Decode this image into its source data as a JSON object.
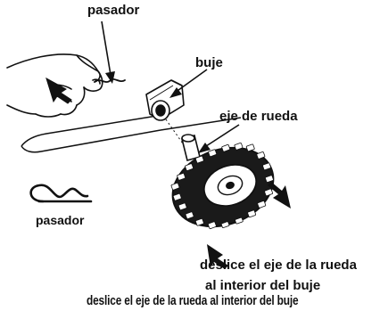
{
  "labels": {
    "pasador_top": "pasador",
    "buje": "buje",
    "eje_de_rueda": "eje de rueda",
    "pasador_left": "pasador",
    "instruction_line1": "deslice el eje de la rueda",
    "instruction_line2": "al interior del buje",
    "bottom_caption": "deslice el eje de la rueda al interior del buje"
  },
  "icons": {
    "hand": "hand-holding-pin",
    "pin": "cotter-pin-icon",
    "hub": "hub-bushing",
    "wheel": "toothed-wheel",
    "arrow": "black-arrow-icon"
  },
  "colors": {
    "ink": "#111111",
    "fill_dark": "#1a1a1a",
    "paper": "#ffffff"
  }
}
